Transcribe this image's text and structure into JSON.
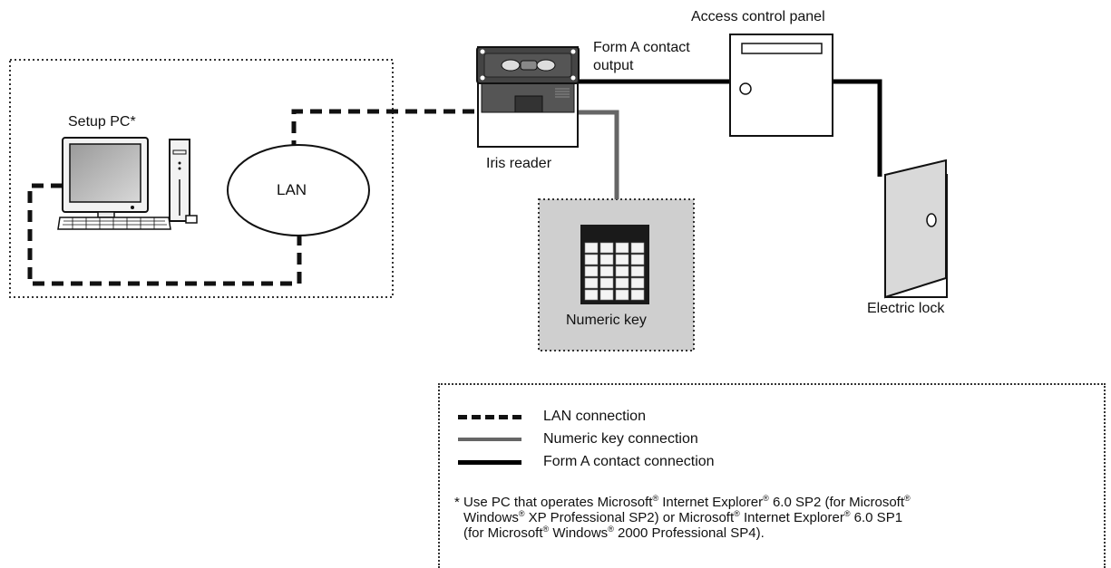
{
  "labels": {
    "access_control_panel": "Access control panel",
    "form_a_contact_output_1": "Form A contact",
    "form_a_contact_output_2": "output",
    "setup_pc": "Setup PC*",
    "lan": "LAN",
    "iris_reader": "Iris reader",
    "numeric_key": "Numeric key",
    "electric_lock": "Electric lock"
  },
  "legend": {
    "items": [
      {
        "label": "LAN connection",
        "style": "dashed",
        "color": "#111111"
      },
      {
        "label": "Numeric key connection",
        "style": "solid",
        "color": "#666666"
      },
      {
        "label": "Form A contact connection",
        "style": "solid",
        "color": "#000000"
      }
    ]
  },
  "note": {
    "line1_a": "* Use PC that operates Microsoft",
    "line1_b": " Internet Explorer",
    "line1_c": " 6.0 SP2 (for Microsoft",
    "line2_a": "Windows",
    "line2_b": " XP Professional SP2) or Microsoft",
    "line2_c": " Internet Explorer",
    "line2_d": " 6.0 SP1",
    "line3_a": "(for Microsoft",
    "line3_b": " Windows",
    "line3_c": " 2000 Professional SP4).",
    "reg": "®"
  },
  "colors": {
    "lan_line": "#111111",
    "numeric_line": "#666666",
    "contact_line": "#000000",
    "numeric_box_fill": "#cfcfcf",
    "door_fill": "#d9d9d9"
  }
}
